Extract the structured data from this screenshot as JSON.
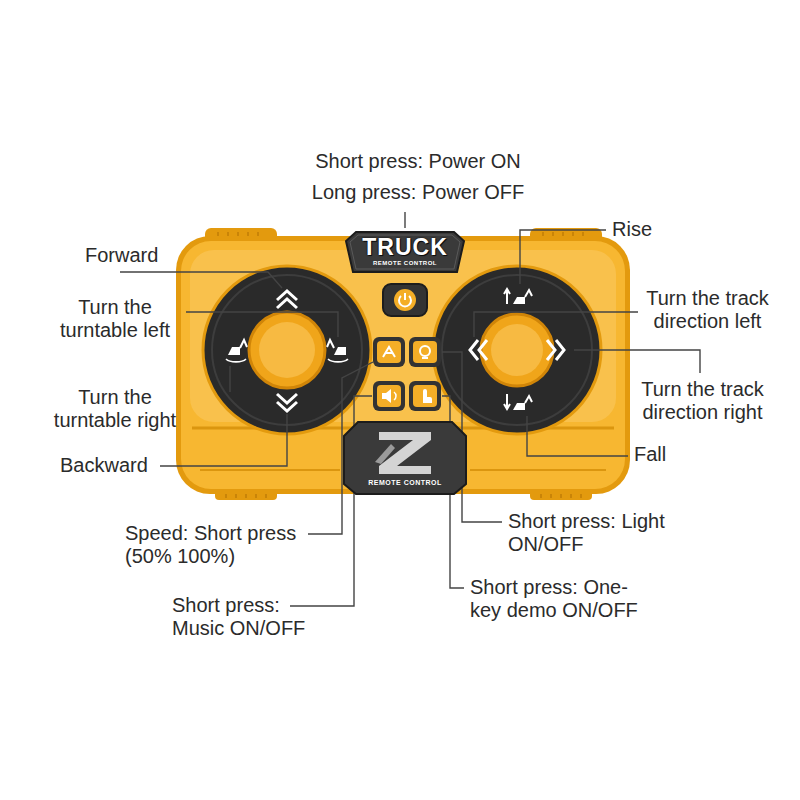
{
  "diagram": {
    "nodes": [
      {
        "text": [
          "TRUCK",
          "REMOTE CONTROL"
        ]
      },
      {
        "text": [
          "REMOTE CONTROL"
        ]
      }
    ],
    "labels": [
      "Short press: Power ON",
      "Long press: Power OFF",
      "Forward",
      "Turn the turntable left",
      "Turn the turntable right",
      "Backward",
      "Speed: Short press (50% 100%)",
      "Short press: Music ON/OFF",
      "Rise",
      "Turn the track direction left",
      "Turn the track direction right",
      "Fall",
      "Short press: Light ON/OFF",
      "Short press: One-key demo ON/OFF"
    ]
  }
}
